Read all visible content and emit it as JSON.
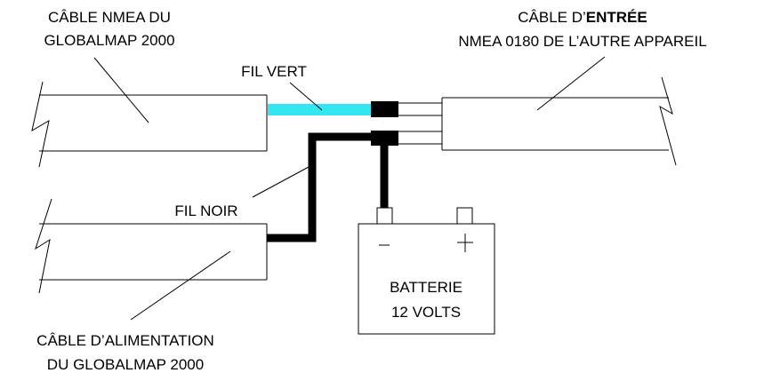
{
  "labels": {
    "nmea_cable_line1": "CÂBLE NMEA DU",
    "nmea_cable_line2": "GLOBALMAP 2000",
    "input_cable_prefix": "CÂBLE D’",
    "input_cable_bold": "ENTRÉE",
    "input_cable_line2": "NMEA 0180 DE L’AUTRE APPAREIL",
    "green_wire": "FIL VERT",
    "black_wire": "FIL NOIR",
    "power_cable_line1": "CÂBLE D’ALIMENTATION",
    "power_cable_line2": "DU GLOBALMAP 2000",
    "battery_line1": "BATTERIE",
    "battery_line2": "12 VOLTS"
  },
  "colors": {
    "green_wire": "#33e6f0",
    "black_wire": "#000000",
    "lines": "#000000"
  }
}
